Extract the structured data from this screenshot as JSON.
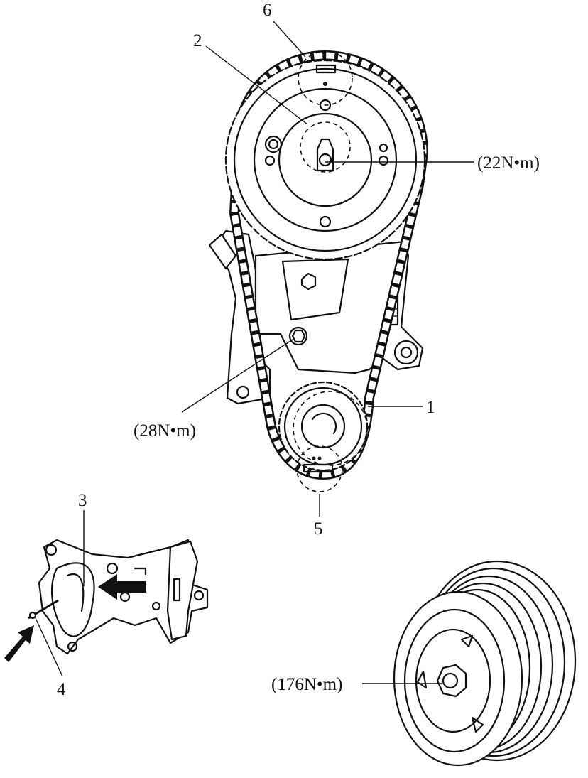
{
  "labels": {
    "callout_1": "1",
    "callout_2": "2",
    "callout_3": "3",
    "callout_4": "4",
    "callout_5": "5",
    "callout_6": "6",
    "torque_camshaft_bolt": "(22N•m)",
    "torque_housing_bolt": "(28N•m)",
    "torque_pulley_bolt": "(176N•m)"
  },
  "icons": {
    "arrows": "push-arrow-icon"
  }
}
